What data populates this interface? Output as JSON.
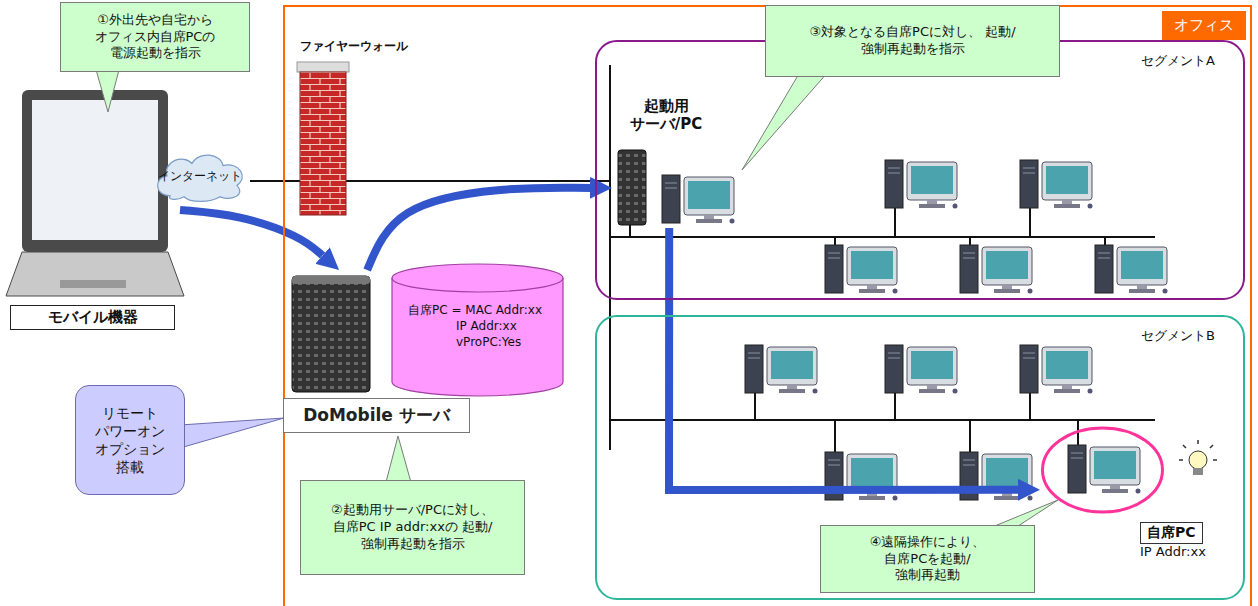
{
  "diagram": {
    "nodes": [
      {
        "text": [
          "①外出先や自宅から オフィス内自席PCの 電源起動を指示"
        ]
      },
      {
        "text": [
          "モバイル機器"
        ]
      },
      {
        "text": [
          "インターネット"
        ]
      },
      {
        "text": [
          "リモート パワーオン オプション 搭載"
        ]
      },
      {
        "text": [
          "オフィス"
        ]
      },
      {
        "text": [
          "ファイヤーウォール"
        ],
        "in": 4
      },
      {
        "text": [
          "DoMobile サーバ"
        ],
        "in": 4
      },
      {
        "text": [
          "自席PC = MAC Addr:xx IP Addr:xx vProPC:Yes"
        ],
        "in": 4
      },
      {
        "text": [
          "②起動用サーバ/PCに対し、 自席PC IP addr:xxの 起動/強制再起動を指示"
        ],
        "in": 4
      },
      {
        "text": [
          "セグメントA"
        ],
        "in": 4
      },
      {
        "text": [
          "起動用 サーバ/PC"
        ],
        "in": 9
      },
      {
        "text": [
          "③対象となる自席PCに対し、 起動/強制再起動を指示"
        ],
        "in": 4
      },
      {
        "text": [
          "セグメントB"
        ],
        "in": 4
      },
      {
        "text": [
          "自席PC",
          "IP Addr:xx"
        ],
        "in": 12
      },
      {
        "text": [
          "④遠隔操作により、 自席PCを起動/ 強制再起動"
        ],
        "in": 12
      }
    ],
    "edges": [
      {
        "from": 1,
        "to": 6,
        "arrow": "to"
      },
      {
        "from": 6,
        "to": 10,
        "arrow": "to"
      },
      {
        "from": 10,
        "to": 13,
        "arrow": "to"
      }
    ]
  }
}
